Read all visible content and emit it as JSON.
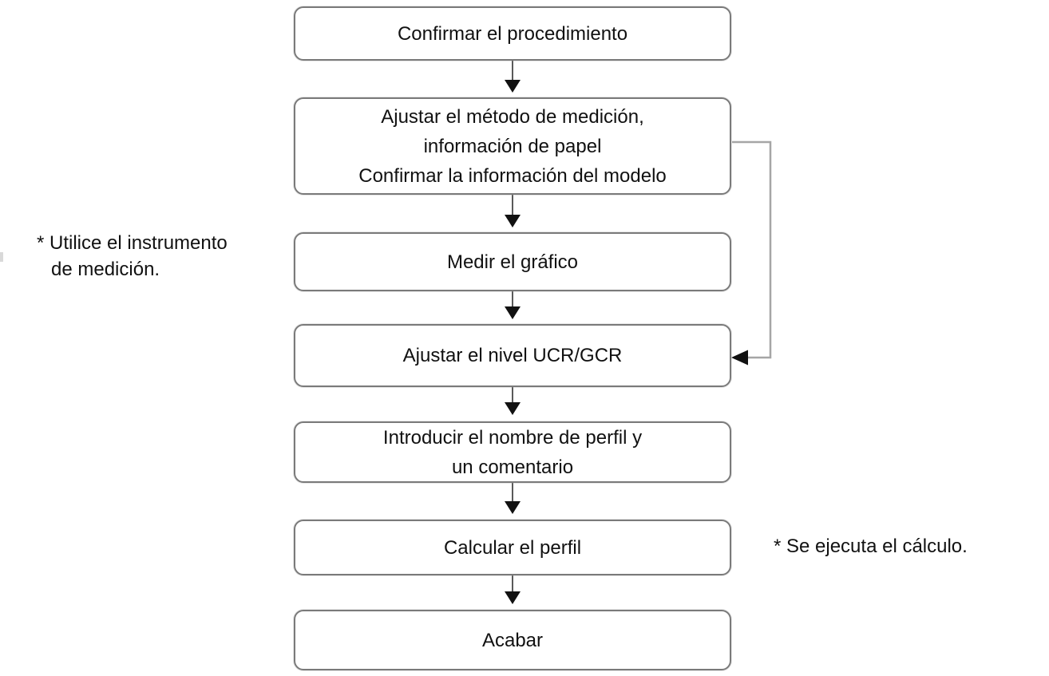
{
  "diagram": {
    "type": "flowchart",
    "language": "es",
    "steps": [
      {
        "id": "confirm-procedure",
        "label": "Confirmar el procedimiento"
      },
      {
        "id": "adjust-measurement-method",
        "label": "Ajustar el método de medición,\ninformación de papel\nConfirmar la información del modelo"
      },
      {
        "id": "measure-chart",
        "label": "Medir el gráfico"
      },
      {
        "id": "adjust-ucr-gcr-level",
        "label": "Ajustar el nivel UCR/GCR"
      },
      {
        "id": "enter-profile-name",
        "label": "Introducir el nombre de perfil y\nun comentario"
      },
      {
        "id": "calculate-profile",
        "label": "Calcular el perfil"
      },
      {
        "id": "finish",
        "label": "Acabar"
      }
    ],
    "notes": [
      {
        "id": "measurement-instrument-note",
        "side": "left",
        "label": "* Utilice el instrumento\nde medición.",
        "attached_to": "measure-chart"
      },
      {
        "id": "calculation-note",
        "side": "right",
        "label": "* Se ejecuta el cálculo.",
        "attached_to": "calculate-profile"
      }
    ],
    "connections": [
      {
        "from": "confirm-procedure",
        "to": "adjust-measurement-method",
        "type": "arrow-down"
      },
      {
        "from": "adjust-measurement-method",
        "to": "measure-chart",
        "type": "arrow-down"
      },
      {
        "from": "measure-chart",
        "to": "adjust-ucr-gcr-level",
        "type": "arrow-down"
      },
      {
        "from": "adjust-ucr-gcr-level",
        "to": "enter-profile-name",
        "type": "arrow-down"
      },
      {
        "from": "enter-profile-name",
        "to": "calculate-profile",
        "type": "arrow-down"
      },
      {
        "from": "calculate-profile",
        "to": "finish",
        "type": "arrow-down"
      },
      {
        "from": "adjust-measurement-method",
        "to": "adjust-ucr-gcr-level",
        "type": "feedback-right-side"
      }
    ],
    "colors": {
      "background": "#ffffff",
      "box_fill": "#ffffff",
      "box_border": "#7a7a7a",
      "arrow_stem": "#5a5a5a",
      "arrow_head": "#111111",
      "feedback_line": "#a6a6a6",
      "text": "#111111"
    }
  }
}
